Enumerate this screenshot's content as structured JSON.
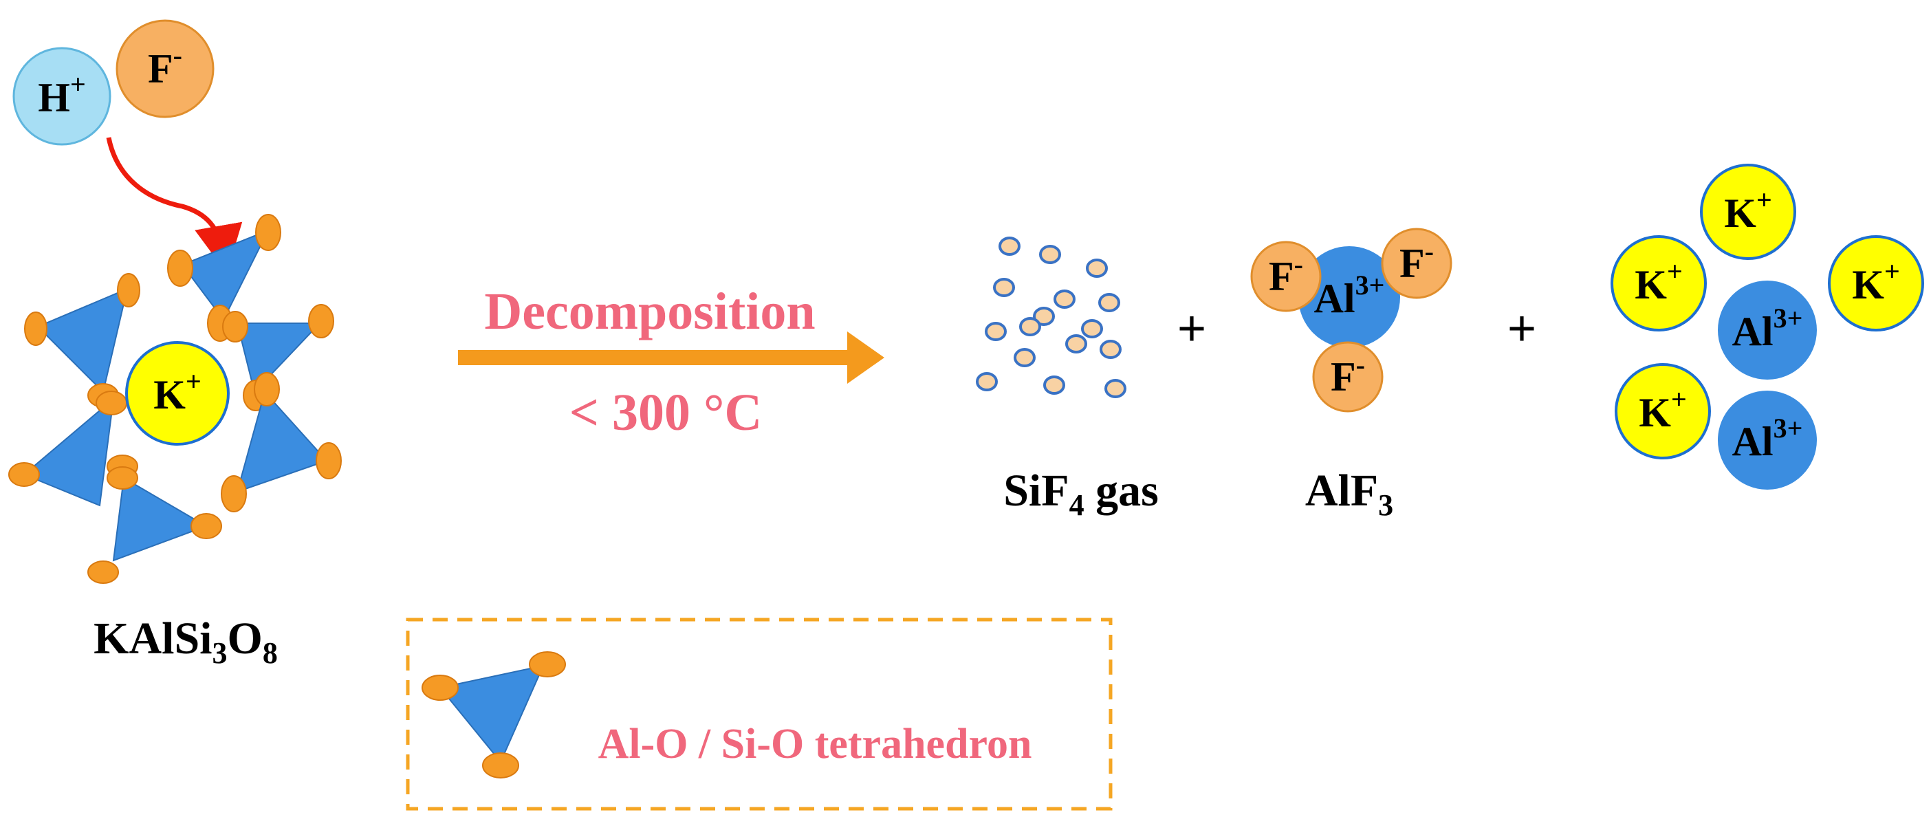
{
  "colors": {
    "hydrogen": "#a7def4",
    "fluoride": "#f7b062",
    "potassium": "#ffff00",
    "aluminum": "#3b8de0",
    "tetrahedron": "#3b8de0",
    "oxygen": "#f59a25",
    "gas_particle": "#f8d2a4",
    "reaction_arrow": "#f49a1d",
    "attack_arrow": "#ee1c0d",
    "condition_text": "#f0677c",
    "legend_border": "#f5a623"
  },
  "reactants": {
    "hydrogen_ion": {
      "symbol": "H",
      "charge": "+"
    },
    "fluoride_ion": {
      "symbol": "F",
      "charge": "-"
    },
    "mineral": {
      "cation": {
        "symbol": "K",
        "charge": "+"
      },
      "label": {
        "p1": "KAlSi",
        "s1": "3",
        "p2": "O",
        "s2": "8"
      }
    }
  },
  "reaction": {
    "condition_top": "Decomposition",
    "condition_bottom": "< 300 °C"
  },
  "products": {
    "gas": {
      "label_main": "SiF",
      "label_sub": "4",
      "label_rest": " gas"
    },
    "plus_1": "+",
    "aluminum_fluoride": {
      "central": {
        "symbol": "Al",
        "charge": "3+"
      },
      "ligands": [
        {
          "symbol": "F",
          "charge": "-"
        },
        {
          "symbol": "F",
          "charge": "-"
        },
        {
          "symbol": "F",
          "charge": "-"
        }
      ],
      "label_main": "AlF",
      "label_sub": "3"
    },
    "plus_2": "+",
    "ions": {
      "potassium": [
        {
          "symbol": "K",
          "charge": "+"
        },
        {
          "symbol": "K",
          "charge": "+"
        },
        {
          "symbol": "K",
          "charge": "+"
        },
        {
          "symbol": "K",
          "charge": "+"
        }
      ],
      "aluminum": [
        {
          "symbol": "Al",
          "charge": "3+"
        },
        {
          "symbol": "Al",
          "charge": "3+"
        }
      ]
    }
  },
  "legend": {
    "text": "Al-O / Si-O tetrahedron"
  }
}
